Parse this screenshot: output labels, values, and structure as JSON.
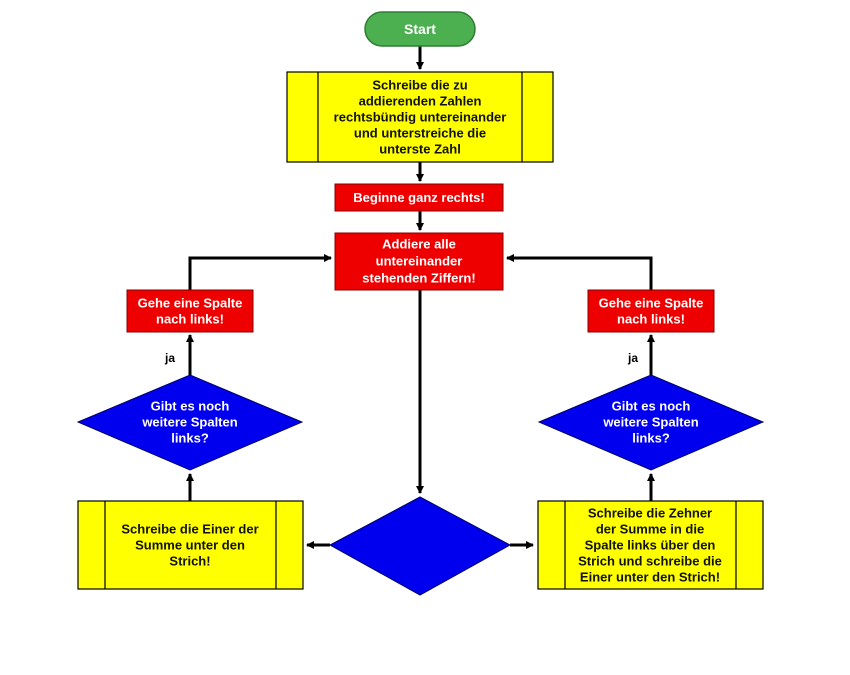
{
  "diagram": {
    "start": {
      "label": "Start"
    },
    "write_numbers": {
      "lines": [
        "Schreibe die zu",
        "addierenden Zahlen",
        "rechtsbündig untereinander",
        "und unterstreiche die",
        "unterste Zahl"
      ]
    },
    "begin_right": {
      "label": "Beginne ganz rechts!"
    },
    "add_digits": {
      "lines": [
        "Addiere alle",
        "untereinander",
        "stehenden Ziffern!"
      ]
    },
    "left_branch": {
      "move_left": {
        "lines": [
          "Gehe eine Spalte",
          "nach links!"
        ]
      },
      "yes_label": "ja",
      "decision": {
        "lines": [
          "Gibt es noch",
          "weitere Spalten",
          "links?"
        ]
      },
      "write_ones": {
        "lines": [
          "Schreibe die Einer der",
          "Summe unter den",
          "Strich!"
        ]
      }
    },
    "right_branch": {
      "move_left": {
        "lines": [
          "Gehe eine Spalte",
          "nach links!"
        ]
      },
      "yes_label": "ja",
      "decision": {
        "lines": [
          "Gibt es noch",
          "weitere Spalten",
          "links?"
        ]
      },
      "write_tens": {
        "lines": [
          "Schreibe die Zehner",
          "der Summe in die",
          "Spalte links über den",
          "Strich und schreibe die",
          "Einer unter den Strich!"
        ]
      }
    },
    "center_decision": {
      "lines": []
    },
    "colors": {
      "start": "#4caf50",
      "process": "#ffff00",
      "action": "#ee0000",
      "decision": "#0000ee",
      "line": "#000000"
    }
  }
}
